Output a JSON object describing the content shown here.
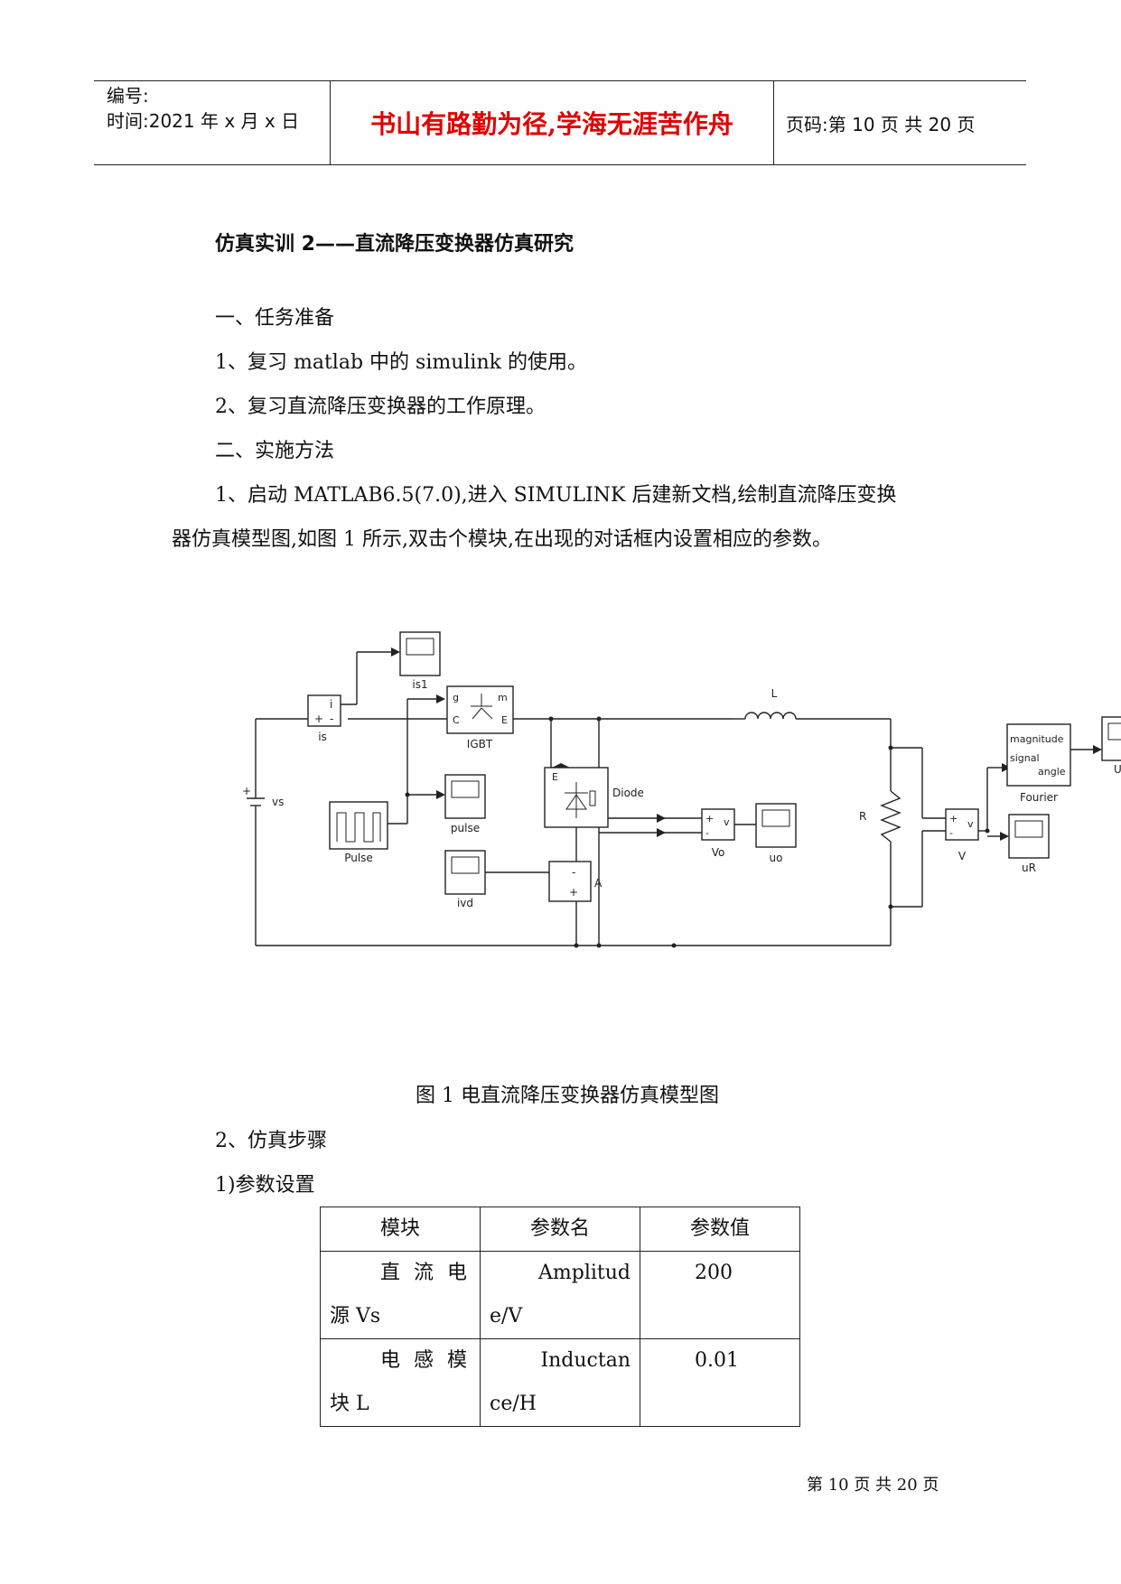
{
  "header": {
    "number_label": "编号:",
    "time_label": "时间:2021 年 x 月 x 日",
    "motto": "书山有路勤为径,学海无涯苦作舟",
    "page_label": "页码:第 10 页 共 20 页"
  },
  "doc": {
    "title": "仿真实训 2——直流降压变换器仿真研究",
    "s1": "一、任务准备",
    "s1_1": "1、复习 matlab 中的 simulink 的使用。",
    "s1_2": "2、复习直流降压变换器的工作原理。",
    "s2": "二、实施方法",
    "s2_1a": "1、启动 MATLAB6.5(7.0),进入 SIMULINK 后建新文档,绘制直流降压变换",
    "s2_1b": "器仿真模型图,如图 1 所示,双击个模块,在出现的对话框内设置相应的参数。",
    "caption": "图 1 电直流降压变换器仿真模型图",
    "s2_2": "2、仿真步骤",
    "s2_2_1": "1)参数设置"
  },
  "diagram": {
    "is1": "is1",
    "is": "is",
    "igbt": "IGBT",
    "g": "g",
    "m": "m",
    "c": "C",
    "e": "E",
    "L": "L",
    "vs": "vs",
    "pulse_gen": "Pulse",
    "pulse_scope": "pulse",
    "diode": "Diode",
    "diode_e": "E",
    "ivd": "ivd",
    "A": "A",
    "Vo": "Vo",
    "uo": "uo",
    "R": "R",
    "V": "V",
    "uR": "uR",
    "fourier": "Fourier",
    "magnitude": "magnitude",
    "signal": "signal",
    "angle": "angle",
    "plus": "+",
    "minus": "-",
    "i": "i",
    "v": "v",
    "u": "U"
  },
  "table": {
    "headers": [
      "模块",
      "参数名",
      "参数值"
    ],
    "rows": [
      {
        "m1": "直 流 电",
        "m2": "源 Vs",
        "p1": "Amplitud",
        "p2": "e/V",
        "v": "200"
      },
      {
        "m1": "电 感 模",
        "m2": "块 L",
        "p1": "Inductan",
        "p2": "ce/H",
        "v": "0.01"
      }
    ]
  },
  "footer": "第 10 页 共 20 页"
}
